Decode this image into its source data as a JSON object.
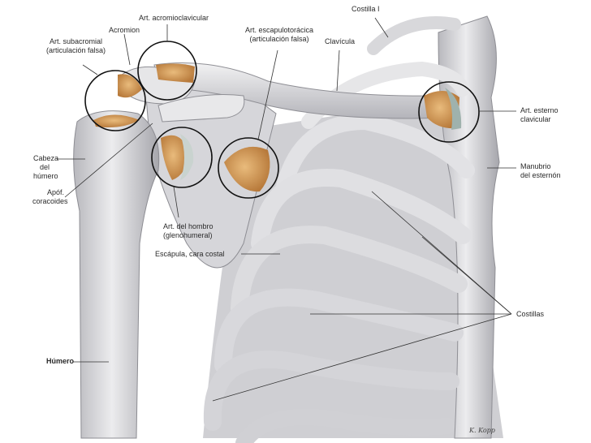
{
  "labels": {
    "costilla_i": "Costilla I",
    "art_acromioclavicular": "Art. acromioclavicular",
    "acromion": "Acromion",
    "art_subacromial": [
      "Art. subacromial",
      "(articulación falsa)"
    ],
    "art_escapulotoracica": [
      "Art. escapulotorácica",
      "(articulación falsa)"
    ],
    "clavicula": "Clavícula",
    "art_esternoclavicular": [
      "Art. esterno",
      "clavicular"
    ],
    "cabeza_humero": [
      "Cabeza",
      "del",
      "húmero"
    ],
    "apof_coracoides": [
      "Apóf.",
      "coracoides"
    ],
    "manubrio": [
      "Manubrio",
      "del esternón"
    ],
    "art_hombro": [
      "Art. del hombro",
      "(glenohumeral)"
    ],
    "escapula": "Escápula, cara costal",
    "costillas": "Costillas",
    "humero": "Húmero"
  },
  "signature": "K. Kopp",
  "colors": {
    "bone": "#e4e4e6",
    "bone_shadow": "#9c9ca2",
    "cartilage": "#c98f46",
    "cartilage_light": "#e7b677",
    "highlight_circle": "#111111",
    "leader": "#333333",
    "label": "#2a2a2a"
  }
}
